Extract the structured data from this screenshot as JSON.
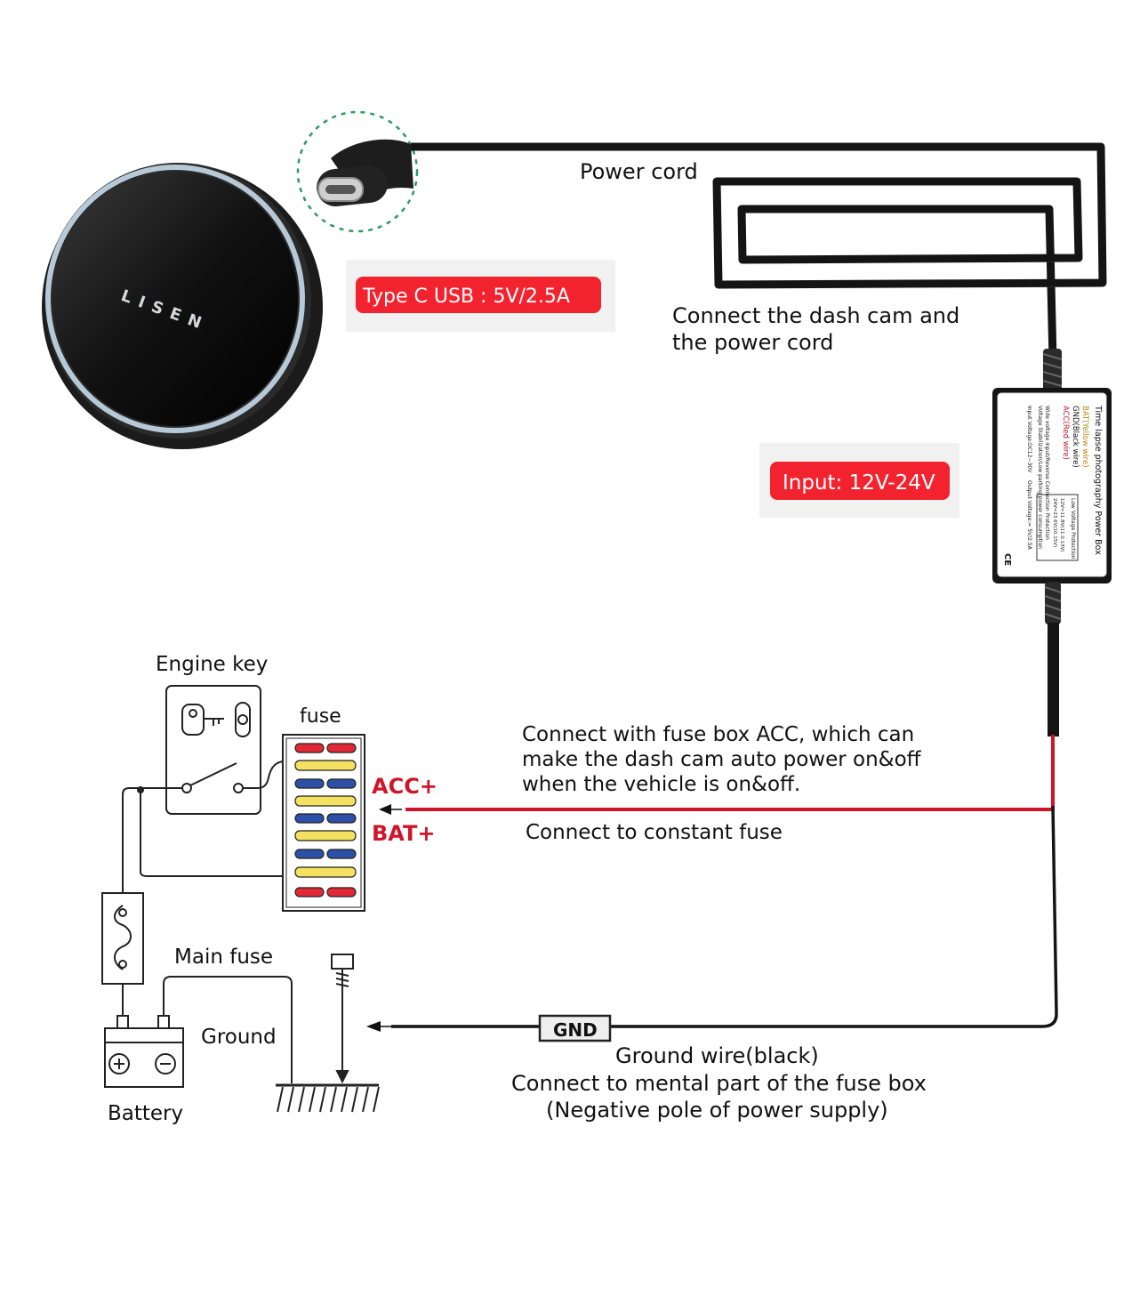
{
  "colors": {
    "badge_red": "#f2232f",
    "wire_red": "#d0152a",
    "label_red": "#d0152a",
    "wire_black": "#141414",
    "fuse_red": "#e02834",
    "fuse_yellow": "#f4e061",
    "fuse_blue": "#2c4fa8",
    "usb_ring_green": "#2e9b5f"
  },
  "icons": {
    "dashcam": "round-dashcam-puck",
    "usb": "usb-type-c-connector",
    "box": "power-box-module",
    "key": "key-icon",
    "fuse_box": "fuse-box",
    "main_fuse": "main-fuse-icon",
    "battery": "battery-icon",
    "ground": "ground-symbol",
    "screw": "screw-icon"
  },
  "labels": {
    "brand": "LISEN",
    "power_cord": "Power cord",
    "usb_badge": "Type C USB : 5V/2.5A",
    "connect_cam_line1": "Connect the dash cam and",
    "connect_cam_line2": "the power cord",
    "input_badge": "Input: 12V-24V",
    "engine_key": "Engine key",
    "fuse": "fuse",
    "acc_plus": "ACC+",
    "bat_plus": "BAT+",
    "acc_desc_line1": "Connect with fuse box ACC, which can",
    "acc_desc_line2": "make the dash cam auto power on&off",
    "acc_desc_line3": "when the vehicle is on&off.",
    "constant_fuse": "Connect to constant fuse",
    "main_fuse": "Main fuse",
    "ground": "Ground",
    "battery": "Battery",
    "gnd": "GND",
    "ground_line1": "Ground wire(black)",
    "ground_line2": "Connect to mental part of the fuse box",
    "ground_line3": "(Negative pole of power supply)"
  },
  "power_box": {
    "title": "Time lapse photography Power Box",
    "bat": "BAT(Yellow wire)",
    "gnd": "GND(Black wire)",
    "acc": "ACC(Red wire)",
    "features1": "Wide voltage input/Reverse Connection Protection",
    "features2": "Voltage Stabilization/Low parking power consumption",
    "spec_input": "Input Voltage:DC12~30V",
    "spec_output": "Output Voltage:= 5V/2.5A",
    "lvp_title": "Low Voltage Protection",
    "lvp_12v": "12V=11.8V(11.0.13V)",
    "lvp_24v": "24V=23.6V(10.15V)",
    "ce": "CE"
  }
}
